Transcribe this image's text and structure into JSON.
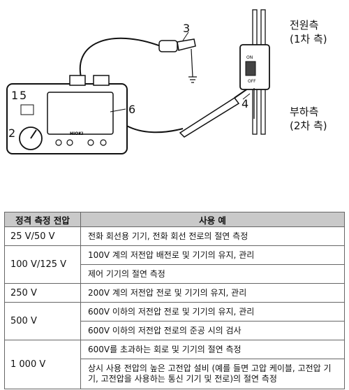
{
  "diagram": {
    "callouts": [
      "1",
      "5",
      "2",
      "3",
      "4",
      "6"
    ],
    "device_brand": "HIOKI",
    "switch_on": "ON",
    "switch_off": "OFF",
    "supply_side": "전원측\n(1차 측)",
    "load_side": "부하측\n(2차 측)"
  },
  "table": {
    "headers": [
      "정격 측정 전압",
      "사용 예"
    ],
    "rows": [
      {
        "voltage": "25 V/50 V",
        "uses": [
          "전화 회선용 기기, 전화 회선 전로의 절연 측정"
        ]
      },
      {
        "voltage": "100 V/125 V",
        "uses": [
          "100V 계의 저전압 배전로 및 기기의 유지, 관리",
          "제어 기기의 절연 측정"
        ]
      },
      {
        "voltage": "250 V",
        "uses": [
          "200V 계의 저전압 전로 및 기기의 유지, 관리"
        ]
      },
      {
        "voltage": "500 V",
        "uses": [
          "600V 이하의 저전압 전로 및 기기의 유지, 관리",
          "600V 이하의 저전압 전로의 준공 시의 검사"
        ]
      },
      {
        "voltage": "1 000 V",
        "uses": [
          "600V를 초과하는 회로 및 기기의 절연 측정",
          "상시 사용 전압의 높은 고전압 설비 (예를 들면 고압 케이블, 고전압 기기, 고전압을 사용하는 통신 기기 및 전로)의 절연 측정"
        ]
      }
    ]
  }
}
